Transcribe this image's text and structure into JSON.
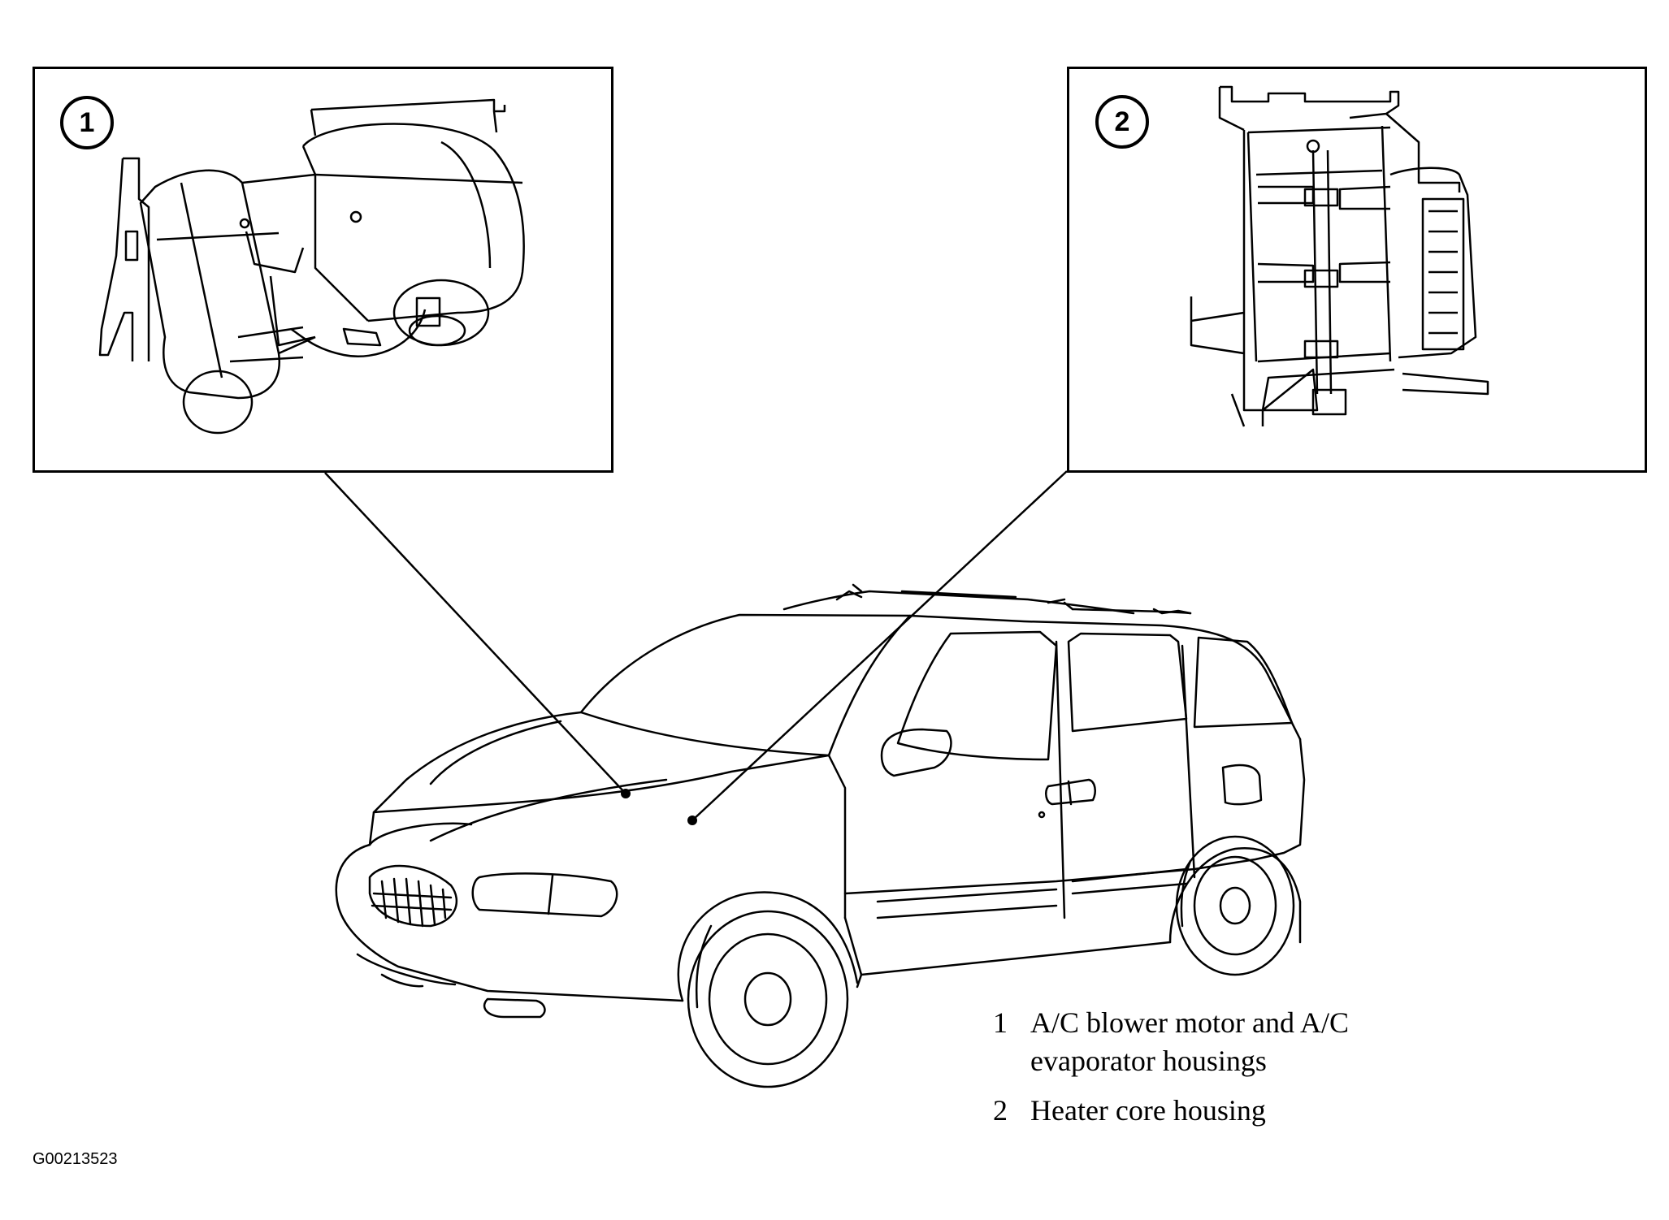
{
  "callouts": [
    {
      "number": "1"
    },
    {
      "number": "2"
    }
  ],
  "legend": [
    {
      "number": "1",
      "lines": [
        "A/C blower motor and A/C",
        "evaporator housings"
      ]
    },
    {
      "number": "2",
      "lines": [
        "Heater core housing"
      ]
    }
  ],
  "figure_code": "G00213523"
}
